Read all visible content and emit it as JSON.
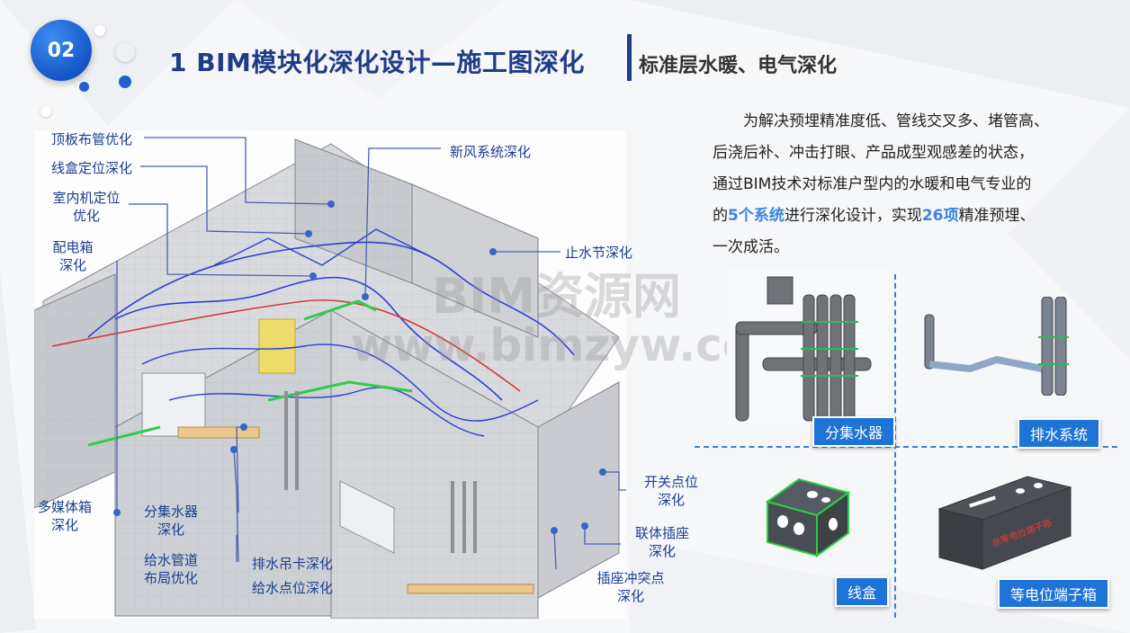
{
  "badge": {
    "number": "02"
  },
  "title": {
    "main": "1 BIM模块化深化设计—施工图深化",
    "sub": "标准层水暖、电气深化"
  },
  "description": {
    "line1": "为解决预埋精准度低、管线交叉多、堵管高、",
    "line2": "后浇后补、冲击打眼、产品成型观感差的状态，",
    "line3": "通过BIM技术对标准户型内的水暖和电气专业的",
    "line4_prefix": "的",
    "highlight_systems": "5个系统",
    "line4_mid": "进行深化设计，实现",
    "highlight_items": "26项",
    "line4_suffix": "精准预埋、",
    "line5": "一次成活。"
  },
  "callouts": {
    "roof_pipe": "顶板布管优化",
    "box_position": "线盒定位深化",
    "indoor_unit_1": "室内机定位",
    "indoor_unit_2": "优化",
    "distribution_box_1": "配电箱",
    "distribution_box_2": "深化",
    "multimedia_box_1": "多媒体箱",
    "multimedia_box_2": "深化",
    "manifold_1": "分集水器",
    "manifold_2": "深化",
    "supply_pipe_1": "给水管道",
    "supply_pipe_2": "布局优化",
    "drain_hanger": "排水吊卡深化",
    "supply_point": "给水点位深化",
    "fresh_air": "新风系统深化",
    "water_stop": "止水节深化",
    "switch_point_1": "开关点位",
    "switch_point_2": "深化",
    "combo_socket_1": "联体插座",
    "combo_socket_2": "深化",
    "socket_conflict_1": "插座冲突点",
    "socket_conflict_2": "深化"
  },
  "watermark": {
    "line1": "BIM资源网",
    "line2": "www.bimzyw.com"
  },
  "thumbnails": {
    "manifold": "分集水器",
    "drainage": "排水系统",
    "junction_box": "线盒",
    "equipotential": "等电位端子箱"
  },
  "colors": {
    "accent": "#1f3c88",
    "highlight": "#3a86e0",
    "tag_bg": "#1e73d6",
    "callout": "#1a3f8f"
  }
}
